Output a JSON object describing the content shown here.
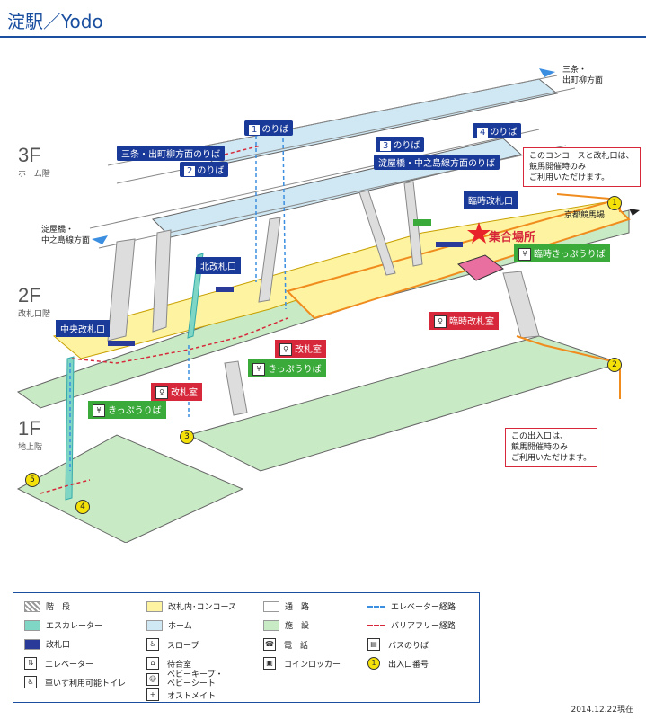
{
  "title": "淀駅／Yodo",
  "floors": {
    "f3": {
      "label": "3F",
      "sub": "ホーム階"
    },
    "f2": {
      "label": "2F",
      "sub": "改札口階"
    },
    "f1": {
      "label": "1F",
      "sub": "地上階"
    }
  },
  "directions": {
    "up": "三条・\n出町柳方面",
    "down": "淀屋橋・\n中之島線方面",
    "keiba": "京都競馬場"
  },
  "platforms": {
    "p1": {
      "num": "1",
      "label": "のりば"
    },
    "p2": {
      "num": "2",
      "label": "のりば"
    },
    "p3": {
      "num": "3",
      "label": "のりば"
    },
    "p4": {
      "num": "4",
      "label": "のりば"
    },
    "sign_up": "三条・出町柳方面のりば",
    "sign_down": "淀屋橋・中之島線方面のりば"
  },
  "labels": {
    "chuo_gate": "中央改札口",
    "kita_gate": "北改札口",
    "rinji_gate": "臨時改札口",
    "gate_room_1": "改札室",
    "gate_room_2": "改札室",
    "rinji_gate_room": "臨時改札室",
    "ticket_1": "きっぷうりば",
    "ticket_2": "きっぷうりば",
    "rinji_ticket": "臨時きっぷうりば",
    "meeting": "集合場所"
  },
  "notes": {
    "concourse": "このコンコースと改札口は、\n競馬開催時のみ\nご利用いただけます。",
    "exit": "この出入口は、\n競馬開催時のみ\nご利用いただけます。"
  },
  "exits": [
    "1",
    "2",
    "3",
    "4",
    "5"
  ],
  "legend": {
    "stairs": "階　段",
    "escalator": "エスカレーター",
    "gate": "改札口",
    "elevator": "エレベーター",
    "toilet": "車いす利用可能トイレ",
    "concourse": "改札内･コンコース",
    "platform": "ホーム",
    "slope": "スロープ",
    "waiting": "待合室",
    "baby": "ベビーキープ・\nベビーシート",
    "ostomate": "オストメイト",
    "passage": "通　路",
    "facility": "施　設",
    "phone": "電　話",
    "locker": "コインロッカー",
    "el_route": "エレベーター経路",
    "bf_route": "バリアフリー経路",
    "bus": "バスのりば",
    "exit_num": "出入口番号"
  },
  "colors": {
    "concourse": "#fdf3a0",
    "platform": "#cfe8f3",
    "facility": "#c8eac4",
    "passage": "#ffffff",
    "accent_blue": "#1a3a99",
    "accent_red": "#d6283a",
    "accent_green": "#3aaa3a",
    "orange_route": "#f08c1e"
  },
  "date": "2014.12.22現在"
}
